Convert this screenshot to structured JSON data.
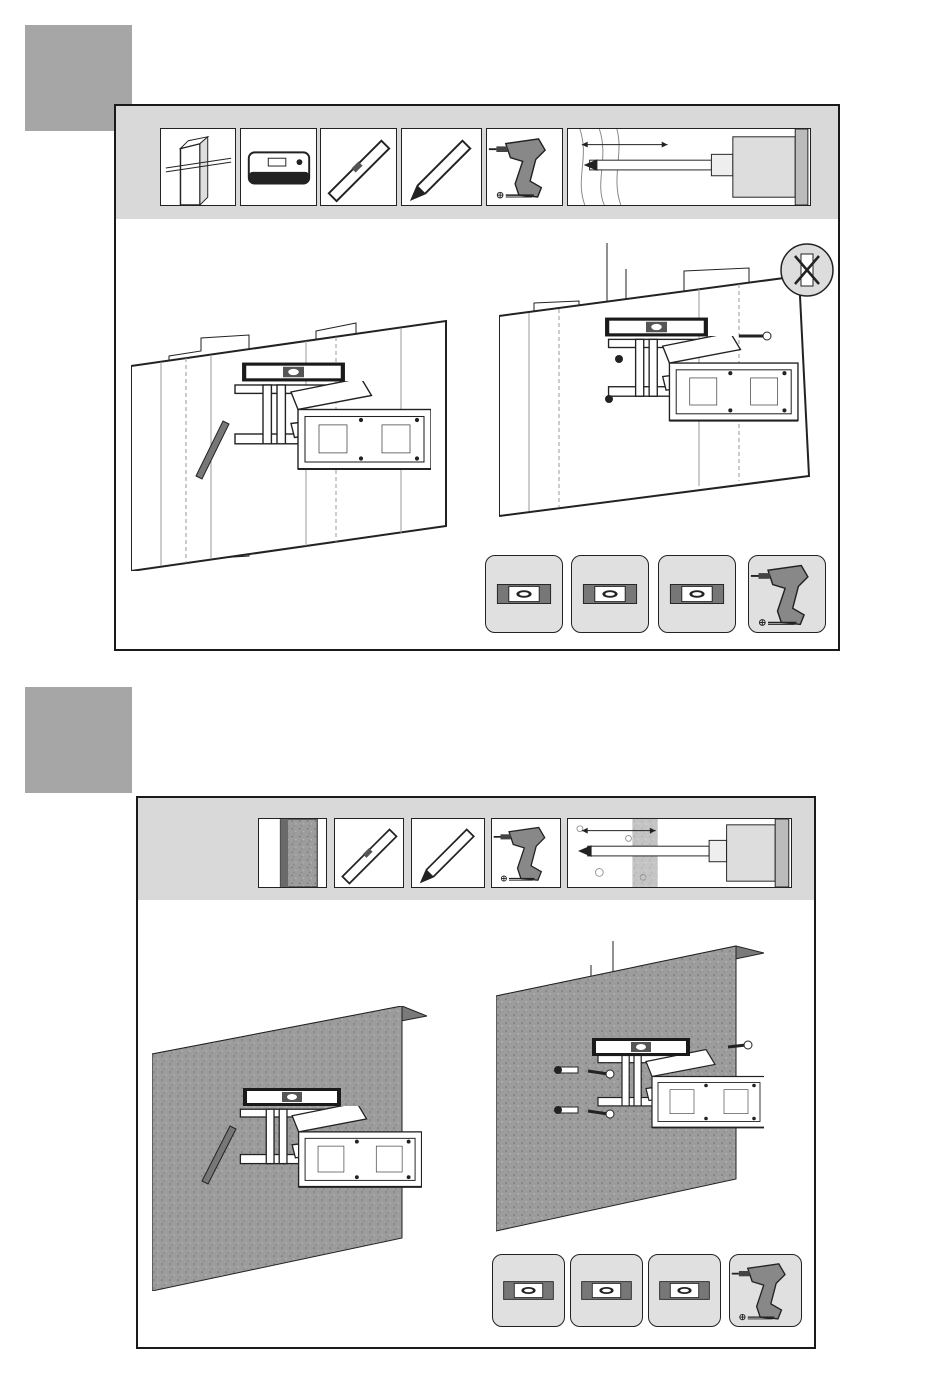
{
  "page": {
    "background": "#ffffff",
    "step_marker_color": "#a6a6a6",
    "toolbar_color": "#d9d9d9",
    "wall_texture_color": "#9c9c9c",
    "tile_color": "#e0e0e0"
  },
  "sections": [
    {
      "id": "wood-stud-wall",
      "tools": [
        "wood-stud-icon",
        "stud-finder-icon",
        "spirit-level-icon",
        "pencil-icon",
        "drill-screwdriver-icon",
        "drill-bit-depth-wood-icon"
      ],
      "left_scene": "mark-holes-on-stud-wall-with-pencil",
      "right_scene": "screw-mount-into-studs",
      "no_anchor_symbol": "no-wall-plug-icon",
      "level_checks": [
        "level-bubble-icon",
        "level-bubble-icon",
        "level-bubble-icon"
      ],
      "final_tool": "drill-screwdriver-icon"
    },
    {
      "id": "concrete-wall",
      "tools": [
        "concrete-wall-icon",
        "spirit-level-icon",
        "pencil-icon",
        "drill-screwdriver-icon",
        "drill-bit-depth-concrete-icon"
      ],
      "left_scene": "mark-holes-on-concrete-wall-with-pencil",
      "right_scene": "screw-mount-into-wall-anchors",
      "level_checks": [
        "level-bubble-icon",
        "level-bubble-icon",
        "level-bubble-icon"
      ],
      "final_tool": "drill-screwdriver-icon"
    }
  ]
}
